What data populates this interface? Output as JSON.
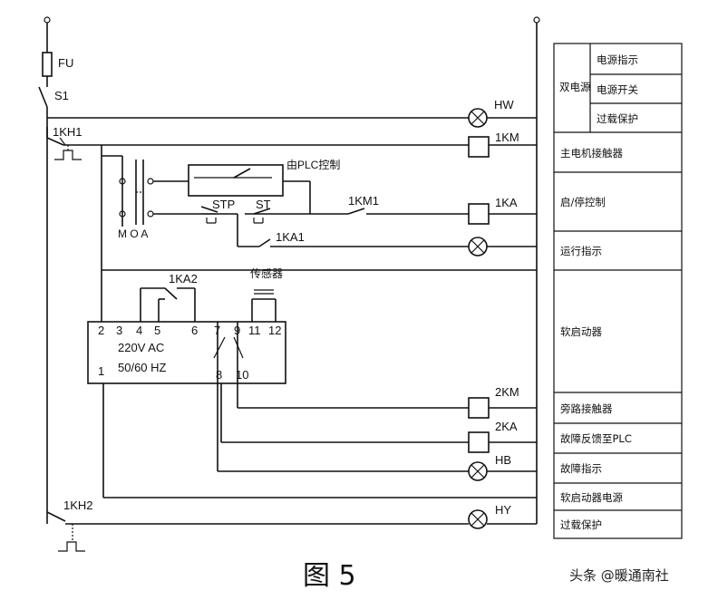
{
  "labels": {
    "fu": "FU",
    "s1": "S1",
    "hw": "HW",
    "kh1": "1KH1",
    "km1_coil": "1KM",
    "plc": "由PLC控制",
    "stp": "STP",
    "st": "ST",
    "km1_contact": "1KM1",
    "ka1_coil": "1KA",
    "ka1_contact": "1KA1",
    "ka2": "1KA2",
    "selector": "M O A",
    "transducer": "传感器",
    "terminals_top": [
      "2",
      "3",
      "4",
      "5",
      "6",
      "7",
      "9",
      "11",
      "12"
    ],
    "terminals_bottom": [
      "1",
      "8",
      "10"
    ],
    "module_line1": "220V  AC",
    "module_line2": "50/60  HZ",
    "km2": "2KM",
    "ka2_coil": "2KA",
    "hb": "HB",
    "kh2": "1KH2",
    "hy": "HY"
  },
  "legend": {
    "top_merged": "双电源",
    "rows": [
      "电源指示",
      "电源开关",
      "过载保护",
      "主电机接触器",
      "启/停控制",
      "运行指示",
      "软启动器",
      "旁路接触器",
      "故障反馈至PLC",
      "故障指示",
      "软启动器电源",
      "过载保护"
    ]
  },
  "caption": "图  5",
  "watermark": "头条 @暖通南社"
}
